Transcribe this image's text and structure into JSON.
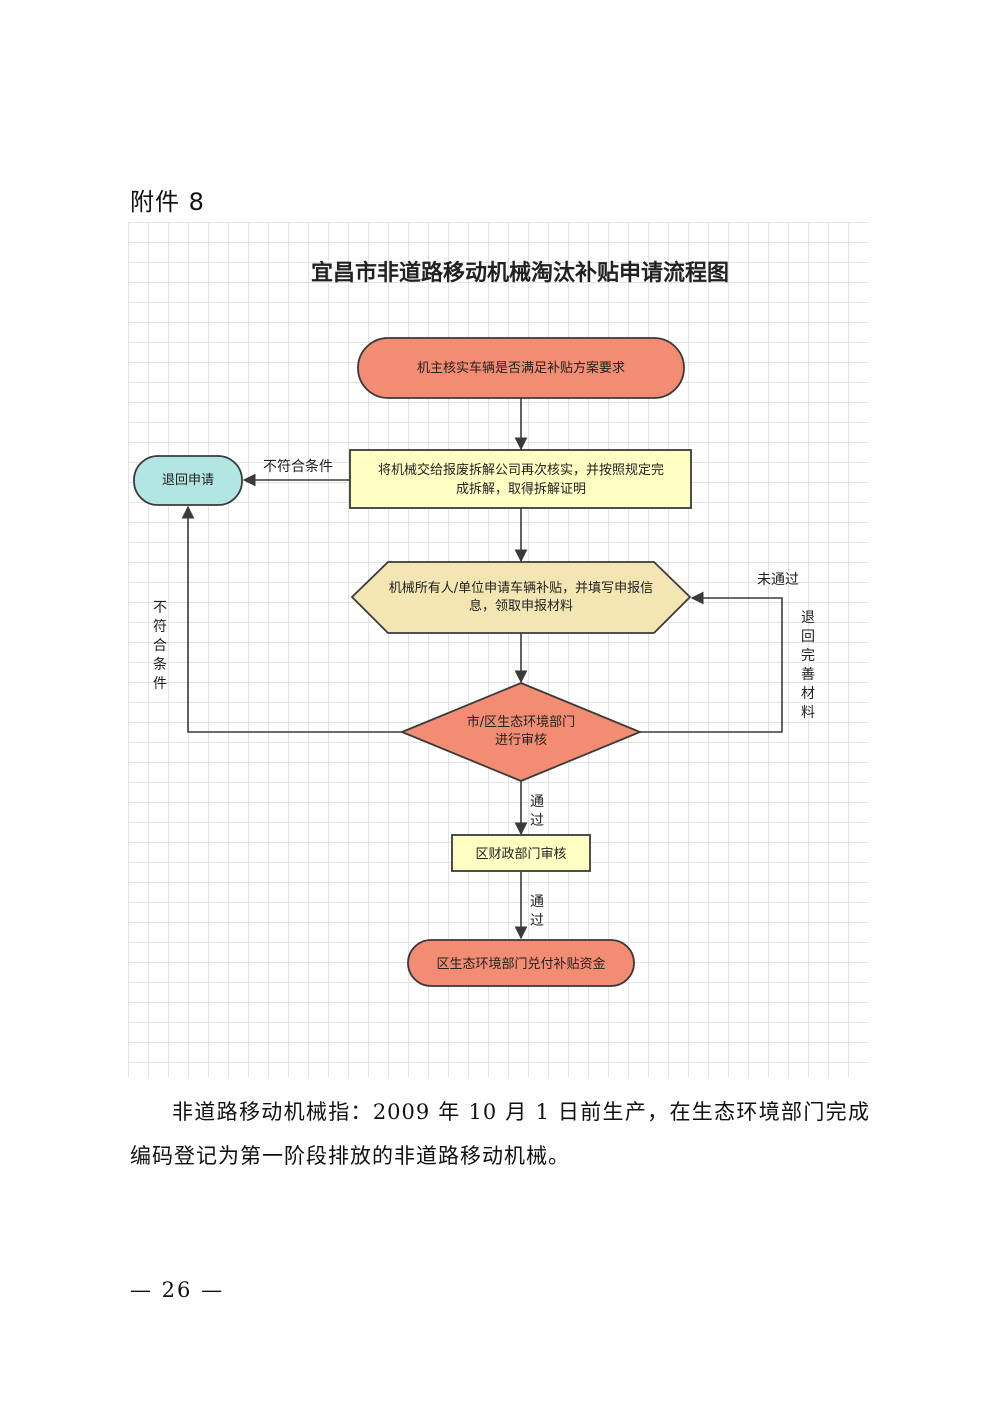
{
  "annex_label": "附件 8",
  "chart_title": "宜昌市非道路移动机械淘汰补贴申请流程图",
  "nodes": {
    "start": "机主核实车辆是否满足补贴方案要求",
    "dismantle_line1": "将机械交给报废拆解公司再次核实，并按照规定完",
    "dismantle_line2": "成拆解，取得拆解证明",
    "apply_line1": "机械所有人/单位申请车辆补贴，并填写申报信",
    "apply_line2": "息，领取申报材料",
    "review_line1": "市/区生态环境部门",
    "review_line2": "进行审核",
    "finance": "区财政部门审核",
    "payout": "区生态环境部门兑付补贴资金",
    "reject": "退回申请"
  },
  "edges": {
    "not_qualified_h": "不符合条件",
    "not_qualified_v": [
      "不",
      "符",
      "合",
      "条",
      "件"
    ],
    "not_passed": "未通过",
    "return_materials_v": [
      "退",
      "回",
      "完",
      "善",
      "材",
      "料"
    ],
    "pass1_v": [
      "通",
      "过"
    ],
    "pass2_v": [
      "通",
      "过"
    ]
  },
  "colors": {
    "salmon": "#F28C73",
    "light_yellow": "#FFFFC4",
    "tan": "#F3E6B3",
    "aqua": "#B2E6E4",
    "stroke": "#3a3a3a",
    "grid": "#e3e3e3"
  },
  "footnote": "非道路移动机械指：2009 年 10 月 1 日前生产，在生态环境部门完成编码登记为第一阶段排放的非道路移动机械。",
  "page_number": "— 26 —"
}
